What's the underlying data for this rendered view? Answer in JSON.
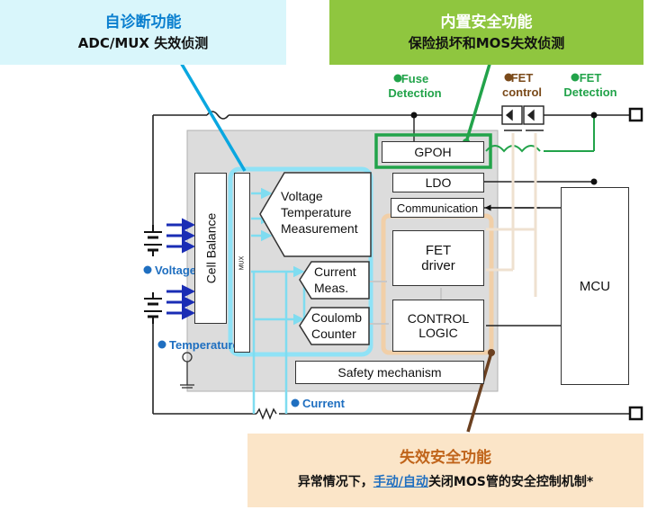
{
  "callouts": {
    "self_diag": {
      "title": "自诊断功能",
      "subtitle": "ADC/MUX 失效侦测"
    },
    "builtin_safety": {
      "title": "内置安全功能",
      "subtitle": "保险损坏和MOS失效侦测"
    },
    "failsafe": {
      "title": "失效安全功能",
      "subtitle_prefix": "异常情况下，",
      "subtitle_link": "手动/自动",
      "subtitle_suffix": "关闭MOS管的安全控制机制*"
    }
  },
  "labels": {
    "fuse_detection": "Fuse\nDetection",
    "fet_control": "FET\ncontrol",
    "fet_detection": "FET\nDetection",
    "voltage": "Voltage",
    "temperature": "Temperature",
    "current": "Current"
  },
  "blocks": {
    "gpoh": "GPOH",
    "ldo": "LDO",
    "communication": "Communication",
    "fet_driver": "FET\ndriver",
    "control_logic": "CONTROL\nLOGIC",
    "mcu": "MCU",
    "cell_balance": "Cell Balance",
    "mux": "MUX",
    "vtm": "Voltage\nTemperature\nMeasurement",
    "current_meas": "Current\nMeas.",
    "coulomb_counter": "Coulomb\nCounter",
    "safety_mechanism": "Safety mechanism"
  },
  "colors": {
    "cyan_callout_bg": "#d9f6fb",
    "cyan_accent": "#0aa7e0",
    "green_callout_bg": "#8fc63f",
    "green_accent": "#22a34a",
    "orange_callout_bg": "#fbe5c8",
    "orange_accent": "#c0641a",
    "fet_brown": "#7a4a1a",
    "label_blue": "#1f6fc0",
    "chip_gray": "#dcdcdc"
  }
}
